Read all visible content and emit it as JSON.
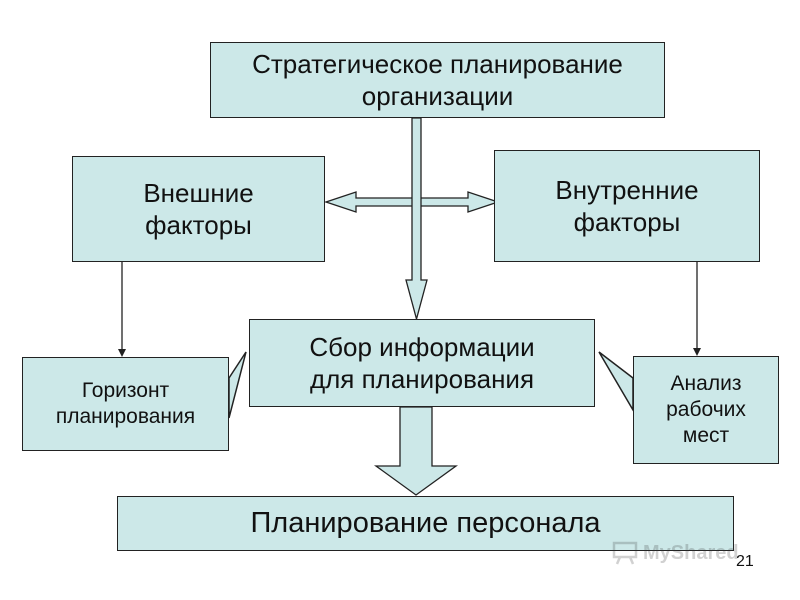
{
  "diagram": {
    "strategic": "Стратегическое планирование\nорганизации",
    "external": "Внешние\nфакторы",
    "internal": "Внутренние\nфакторы",
    "collection": "Сбор информации\nдля планирования",
    "horizon": "Горизонт\nпланирования",
    "analysis": "Анализ\nрабочих\nмест",
    "personnel": "Планирование персонала"
  },
  "page_number": "21",
  "watermark": {
    "text": "MyShared"
  },
  "colors": {
    "box_fill": "#cce8e8",
    "stroke": "#222222"
  }
}
